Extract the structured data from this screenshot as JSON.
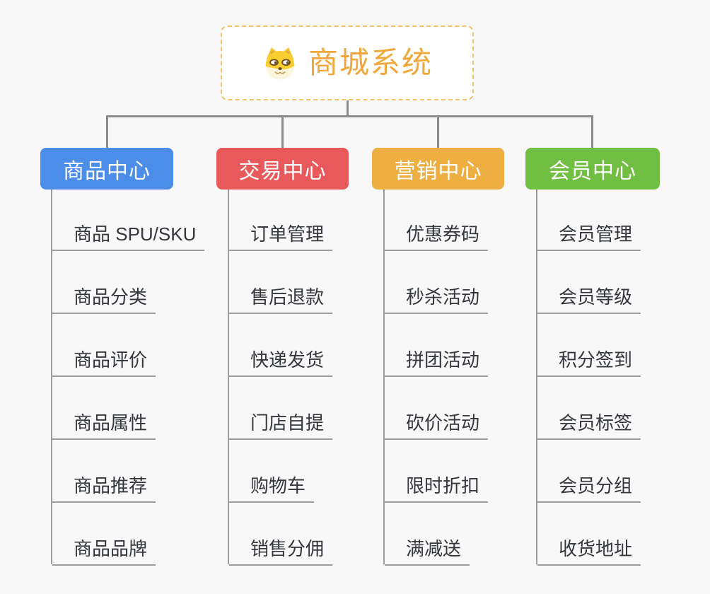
{
  "page": {
    "background": "#f8f8f8",
    "connector_color": "#8b8b8b"
  },
  "root": {
    "title": "商城系统",
    "icon": "dog-face-icon",
    "title_color": "#f0a73c",
    "border_color": "#f5c26b"
  },
  "branches": [
    {
      "label": "商品中心",
      "color": "#4b8de9",
      "items": [
        "商品 SPU/SKU",
        "商品分类",
        "商品评价",
        "商品属性",
        "商品推荐",
        "商品品牌"
      ]
    },
    {
      "label": "交易中心",
      "color": "#e8595b",
      "items": [
        "订单管理",
        "售后退款",
        "快递发货",
        "门店自提",
        "购物车",
        "销售分佣"
      ]
    },
    {
      "label": "营销中心",
      "color": "#edae42",
      "items": [
        "优惠券码",
        "秒杀活动",
        "拼团活动",
        "砍价活动",
        "限时折扣",
        "满减送"
      ]
    },
    {
      "label": "会员中心",
      "color": "#70bf42",
      "items": [
        "会员管理",
        "会员等级",
        "积分签到",
        "会员标签",
        "会员分组",
        "收货地址"
      ]
    }
  ]
}
